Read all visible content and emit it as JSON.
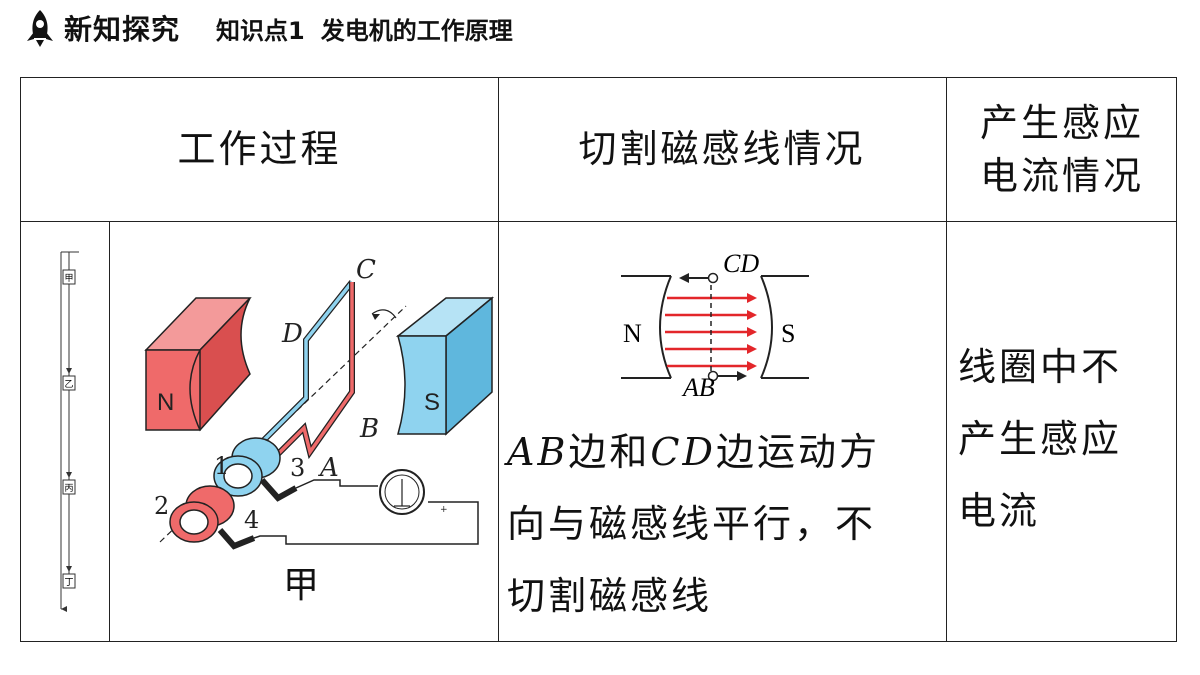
{
  "header": {
    "section": "新知探究",
    "topic": "知识点1",
    "title": "发电机的工作原理"
  },
  "table": {
    "headers": [
      "工作过程",
      "切割磁感线情况",
      "产生感应电流情况"
    ],
    "header3_line1": "产生感应",
    "header3_line2": "电流情况",
    "flow_steps": [
      "甲",
      "乙",
      "丙",
      "丁"
    ],
    "caption": "甲",
    "cut_desc": {
      "var_ab": "AB",
      "t1": "边和",
      "var_cd": "CD",
      "t2": "边运动方",
      "line2": "向与磁感线平行，不",
      "line3": "切割磁感线"
    },
    "current_desc": [
      "线圈中不",
      "产生感应",
      "电流"
    ]
  },
  "figure": {
    "magnet_n": "N",
    "magnet_s": "S",
    "corner_c": "C",
    "corner_d": "D",
    "corner_b": "B",
    "corner_a": "A",
    "ring1": "1",
    "ring2": "2",
    "brush3": "3",
    "brush4": "4",
    "meter_sign": "+"
  },
  "field_diagram": {
    "n": "N",
    "s": "S",
    "cd": "CD",
    "ab": "AB"
  },
  "colors": {
    "magnet_n": "#ef6a6a",
    "magnet_s": "#8fd3ef",
    "field_arrows": "#e3262a"
  }
}
